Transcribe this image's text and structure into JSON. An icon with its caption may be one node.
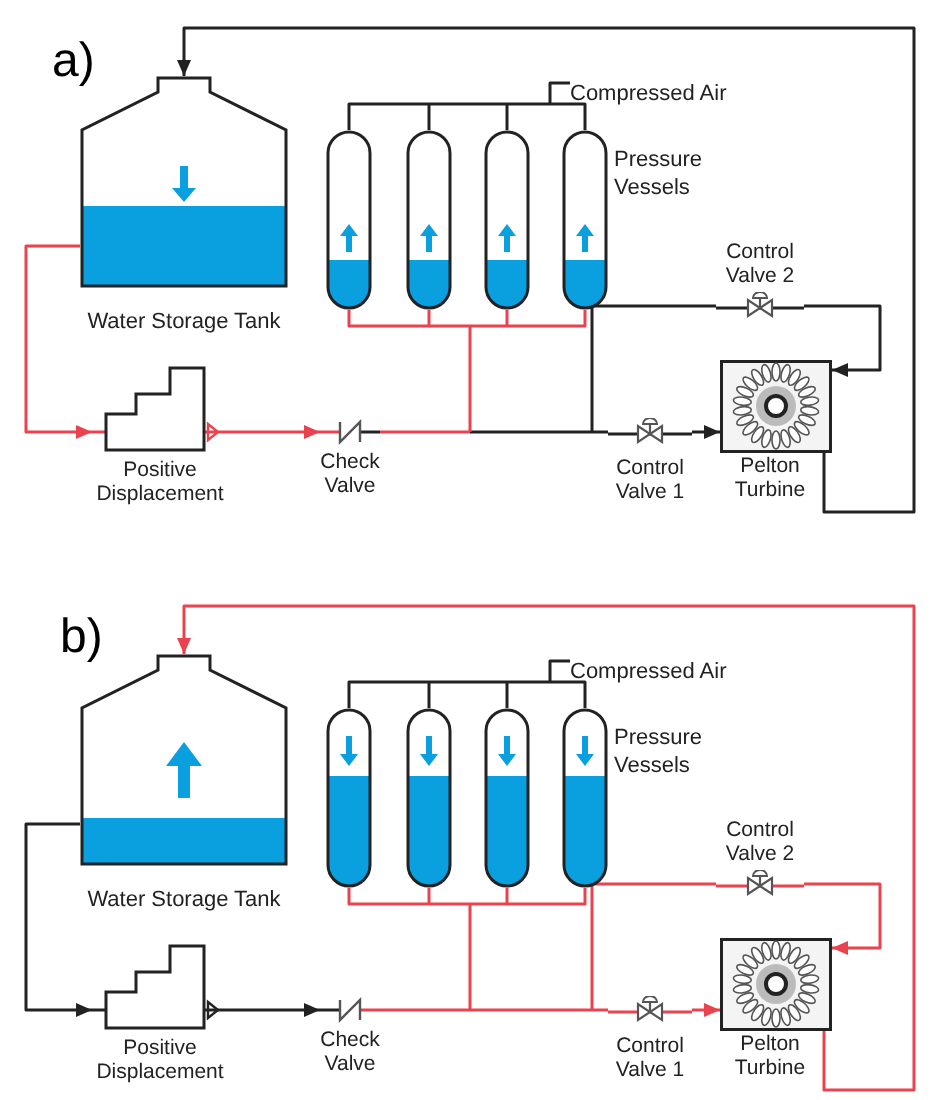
{
  "diagram": {
    "nodes": [
      {
        "text": [
          "Water Storage Tank"
        ]
      },
      {
        "text": [
          "Compressed Air"
        ]
      },
      {
        "text": [],
        "shape": "cylinder"
      },
      {
        "text": [],
        "shape": "cylinder"
      },
      {
        "text": [],
        "shape": "cylinder"
      },
      {
        "text": [],
        "shape": "cylinder"
      },
      {
        "text": [
          "Positive Displacement"
        ]
      },
      {
        "text": [
          "Check Valve"
        ]
      },
      {
        "text": [
          "Control Valve 2"
        ]
      },
      {
        "text": [
          "Control Valve 1"
        ]
      },
      {
        "text": [
          "Pelton Turbine"
        ]
      },
      {
        "text": [
          "Water Storage Tank"
        ]
      },
      {
        "text": [
          "Compressed Air"
        ]
      },
      {
        "text": [],
        "shape": "cylinder"
      },
      {
        "text": [],
        "shape": "cylinder"
      },
      {
        "text": [],
        "shape": "cylinder"
      },
      {
        "text": [],
        "shape": "cylinder"
      },
      {
        "text": [
          "Positive Displacement"
        ]
      },
      {
        "text": [
          "Check Valve"
        ]
      },
      {
        "text": [
          "Control Valve 2"
        ]
      },
      {
        "text": [
          "Control Valve 1"
        ]
      },
      {
        "text": [
          "Pelton Turbine"
        ]
      }
    ],
    "edges": [
      {
        "from": 0,
        "to": 6,
        "arrow": "to",
        "color": "#e8434f"
      },
      {
        "from": 6,
        "to": 7,
        "arrow": "to",
        "color": "#e8434f"
      },
      {
        "from": 1,
        "to": 2,
        "arrow": "none",
        "color": "#222222"
      },
      {
        "from": 1,
        "to": 3,
        "arrow": "none",
        "color": "#222222"
      },
      {
        "from": 1,
        "to": 4,
        "arrow": "none",
        "color": "#222222"
      },
      {
        "from": 1,
        "to": 5,
        "arrow": "none",
        "color": "#222222"
      },
      {
        "from": 2,
        "to": 7,
        "arrow": "none",
        "color": "#e8434f"
      },
      {
        "from": 3,
        "to": 7,
        "arrow": "none",
        "color": "#e8434f"
      },
      {
        "from": 4,
        "to": 7,
        "arrow": "none",
        "color": "#e8434f"
      },
      {
        "from": 5,
        "to": 7,
        "arrow": "none",
        "color": "#e8434f"
      },
      {
        "from": 7,
        "to": 9,
        "arrow": "none",
        "color": "#222222"
      },
      {
        "from": 7,
        "to": 8,
        "arrow": "none",
        "color": "#222222"
      },
      {
        "from": 9,
        "to": 10,
        "arrow": "to",
        "color": "#222222"
      },
      {
        "from": 8,
        "to": 10,
        "arrow": "to",
        "color": "#222222"
      },
      {
        "from": 10,
        "to": 0,
        "arrow": "to",
        "color": "#222222"
      },
      {
        "from": 11,
        "to": 17,
        "arrow": "to",
        "color": "#222222"
      },
      {
        "from": 17,
        "to": 18,
        "arrow": "to",
        "color": "#222222"
      },
      {
        "from": 12,
        "to": 13,
        "arrow": "none",
        "color": "#222222"
      },
      {
        "from": 12,
        "to": 14,
        "arrow": "none",
        "color": "#222222"
      },
      {
        "from": 12,
        "to": 15,
        "arrow": "none",
        "color": "#222222"
      },
      {
        "from": 12,
        "to": 16,
        "arrow": "none",
        "color": "#222222"
      },
      {
        "from": 13,
        "to": 18,
        "arrow": "none",
        "color": "#e8434f"
      },
      {
        "from": 14,
        "to": 18,
        "arrow": "none",
        "color": "#e8434f"
      },
      {
        "from": 15,
        "to": 18,
        "arrow": "none",
        "color": "#e8434f"
      },
      {
        "from": 16,
        "to": 18,
        "arrow": "none",
        "color": "#e8434f"
      },
      {
        "from": 18,
        "to": 20,
        "arrow": "none",
        "color": "#e8434f"
      },
      {
        "from": 18,
        "to": 19,
        "arrow": "none",
        "color": "#e8434f"
      },
      {
        "from": 20,
        "to": 21,
        "arrow": "to",
        "color": "#e8434f"
      },
      {
        "from": 19,
        "to": 21,
        "arrow": "to",
        "color": "#e8434f"
      },
      {
        "from": 21,
        "to": 11,
        "arrow": "to",
        "color": "#e8434f"
      }
    ],
    "labels": [
      "a)",
      "Pressure Vessels",
      "b)",
      "Pressure Vessels"
    ]
  }
}
